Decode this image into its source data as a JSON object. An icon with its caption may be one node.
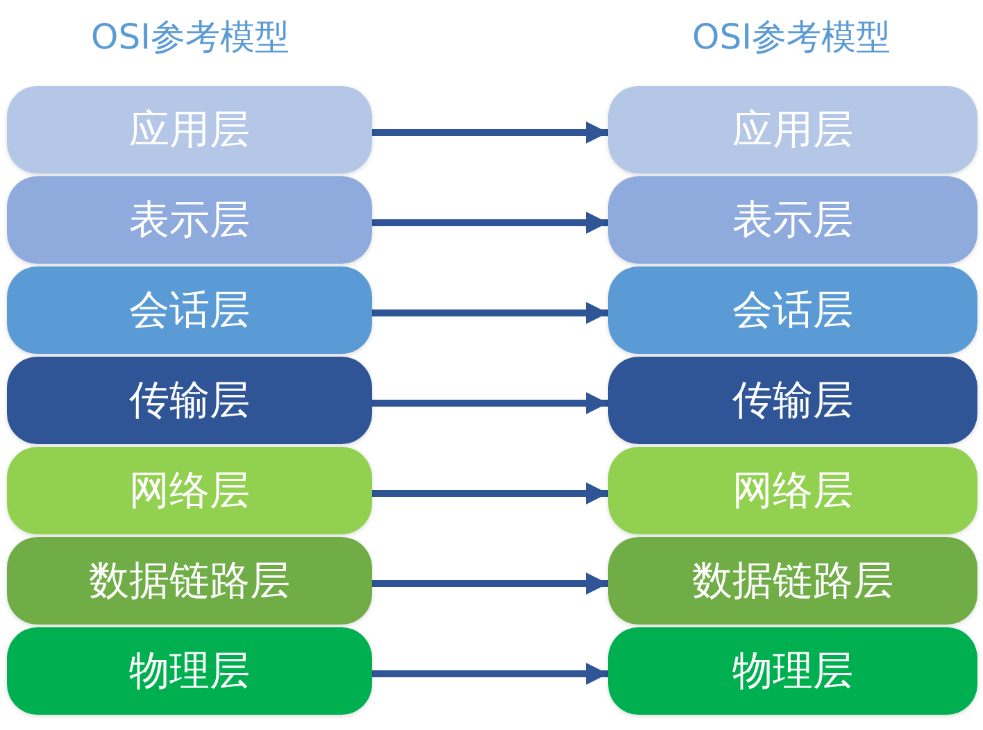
{
  "diagram": {
    "nodes": [
      {
        "text": [
          "应用层"
        ]
      },
      {
        "text": [
          "应用层"
        ]
      },
      {
        "text": [
          "表示层"
        ]
      },
      {
        "text": [
          "表示层"
        ]
      },
      {
        "text": [
          "会话层"
        ]
      },
      {
        "text": [
          "会话层"
        ]
      },
      {
        "text": [
          "传输层"
        ]
      },
      {
        "text": [
          "传输层"
        ]
      },
      {
        "text": [
          "网络层"
        ]
      },
      {
        "text": [
          "网络层"
        ]
      },
      {
        "text": [
          "数据链路层"
        ]
      },
      {
        "text": [
          "数据链路层"
        ]
      },
      {
        "text": [
          "物理层"
        ]
      },
      {
        "text": [
          "物理层"
        ]
      }
    ],
    "edges": [
      {
        "from": 0,
        "to": 1,
        "arrow": "to"
      },
      {
        "from": 2,
        "to": 3,
        "arrow": "to"
      },
      {
        "from": 4,
        "to": 5,
        "arrow": "to"
      },
      {
        "from": 6,
        "to": 7,
        "arrow": "to"
      },
      {
        "from": 8,
        "to": 9,
        "arrow": "to"
      },
      {
        "from": 10,
        "to": 11,
        "arrow": "to"
      },
      {
        "from": 12,
        "to": 13,
        "arrow": "to"
      }
    ],
    "labels": [
      "OSI参考模型",
      "OSI参考模型"
    ]
  }
}
